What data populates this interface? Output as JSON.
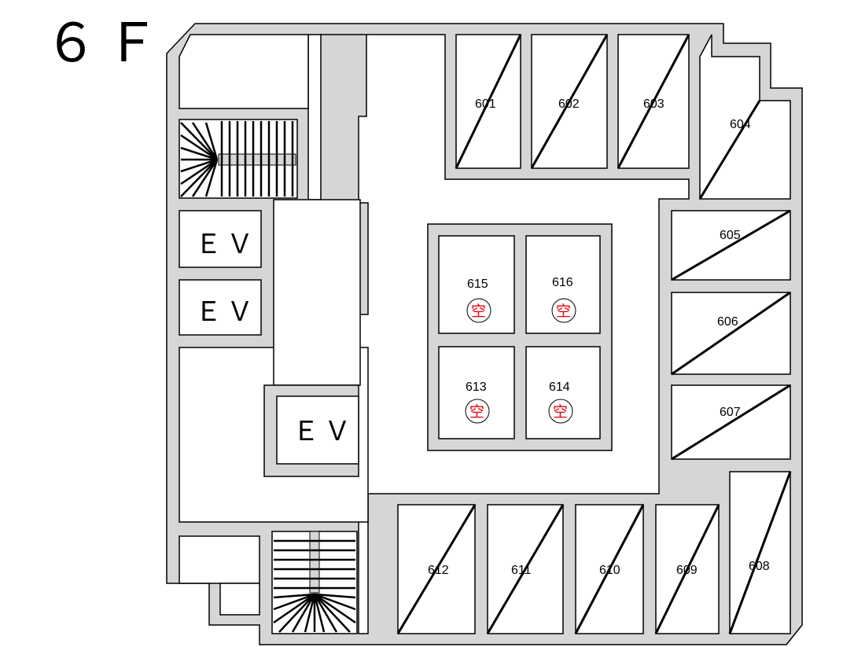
{
  "floor": "６Ｆ",
  "ev_label": "ＥＶ",
  "vacant_mark": "空",
  "units": {
    "u601": "601",
    "u602": "602",
    "u603": "603",
    "u604": "604",
    "u605": "605",
    "u606": "606",
    "u607": "607",
    "u608": "608",
    "u609": "609",
    "u610": "610",
    "u611": "611",
    "u612": "612",
    "u613": "613",
    "u614": "614",
    "u615": "615",
    "u616": "616"
  },
  "vacant_units": [
    "613",
    "614",
    "615",
    "616"
  ]
}
